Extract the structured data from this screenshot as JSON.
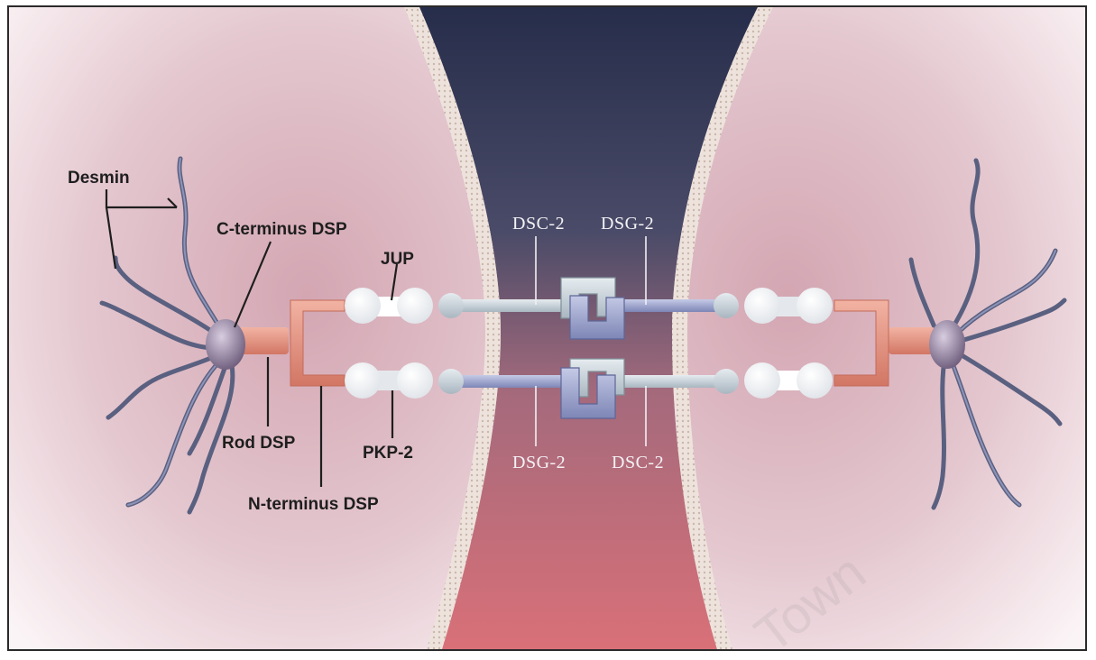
{
  "labels": {
    "desmin": "Desmin",
    "c_terminus_dsp": "C-terminus DSP",
    "jup": "JUP",
    "rod_dsp": "Rod DSP",
    "pkp2": "PKP-2",
    "n_terminus_dsp": "N-terminus DSP",
    "dsc2_top": "DSC-2",
    "dsg2_top": "DSG-2",
    "dsg2_bottom": "DSG-2",
    "dsc2_bottom": "DSC-2"
  },
  "watermark": "Town",
  "colors": {
    "cytoplasm": "#d9b3bd",
    "membrane": "#efe6e0",
    "cleft_top": "#2c3350",
    "cleft_bottom": "#d56d75",
    "dsp_orange": "#e6937e",
    "dsc_gray": "#c9d3da",
    "dsg_lavender": "#9ea6cc",
    "desmin": "#5a6080",
    "plaque_node": "#8c7a98"
  }
}
